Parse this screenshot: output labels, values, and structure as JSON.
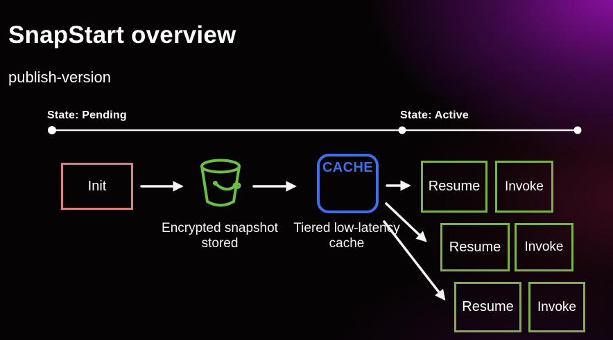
{
  "slide": {
    "title": "SnapStart overview",
    "subtitle": "publish-version"
  },
  "timeline": {
    "pending_label": "State: Pending",
    "active_label": "State: Active"
  },
  "diagram": {
    "init_label": "Init",
    "bucket_icon": "s3-bucket-icon",
    "bucket_caption": "Encrypted snapshot stored",
    "cache_label": "CACHE",
    "cache_caption": "Tiered low-latency cache",
    "rows": [
      {
        "resume": "Resume",
        "invoke": "Invoke"
      },
      {
        "resume": "Resume",
        "invoke": "Invoke"
      },
      {
        "resume": "Resume",
        "invoke": "Invoke"
      }
    ]
  },
  "colors": {
    "init_border": "#dd8080",
    "bucket_green": "#6abf45",
    "box_green": "#7fb04b",
    "cache_blue": "#3f6fea",
    "line_white": "#f2f2f2",
    "bg_purple": "#8a12a0",
    "bg_maroon": "#55102e"
  }
}
